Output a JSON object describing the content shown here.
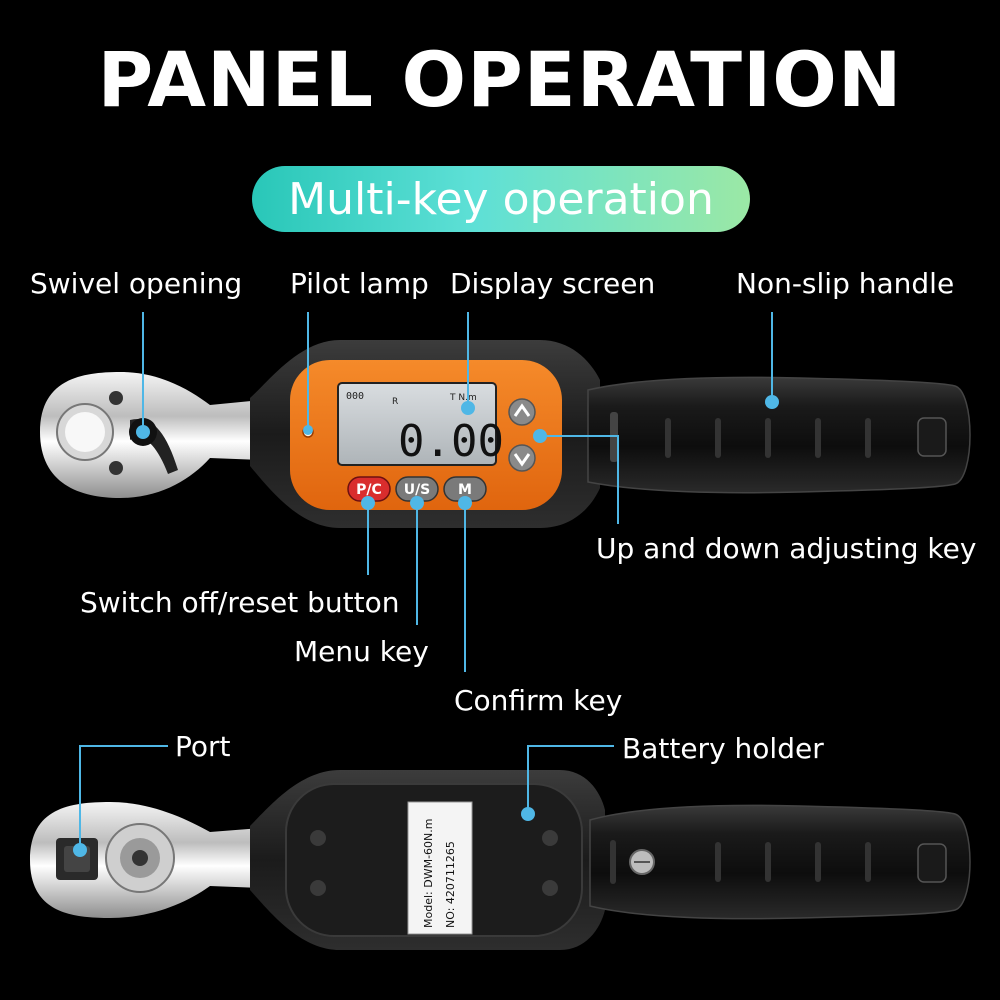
{
  "title": "PANEL OPERATION",
  "subtitle": "Multi-key operation",
  "labels": {
    "swivel_opening": "Swivel opening",
    "pilot_lamp": "Pilot lamp",
    "display_screen": "Display screen",
    "non_slip_handle": "Non-slip handle",
    "up_down_key": "Up and down adjusting key",
    "switch_off_reset": "Switch off/reset button",
    "menu_key": "Menu key",
    "confirm_key": "Confirm key",
    "port": "Port",
    "battery_holder": "Battery holder"
  },
  "display": {
    "reading": "0.00",
    "battery_text": "000",
    "mode": "R",
    "unit": "T N.m"
  },
  "buttons": {
    "pc": "P/C",
    "us": "U/S",
    "m": "M"
  },
  "sticker": {
    "model": "Model: DWM-60N.m",
    "number": "NO: 420711265"
  },
  "colors": {
    "accent_line": "#4fb7e6",
    "panel_orange": "#f07a1c",
    "button_red": "#d92d2d",
    "button_gray": "#7a7a7a",
    "pill_start": "#29c7b8",
    "pill_end": "#9be8a5"
  }
}
